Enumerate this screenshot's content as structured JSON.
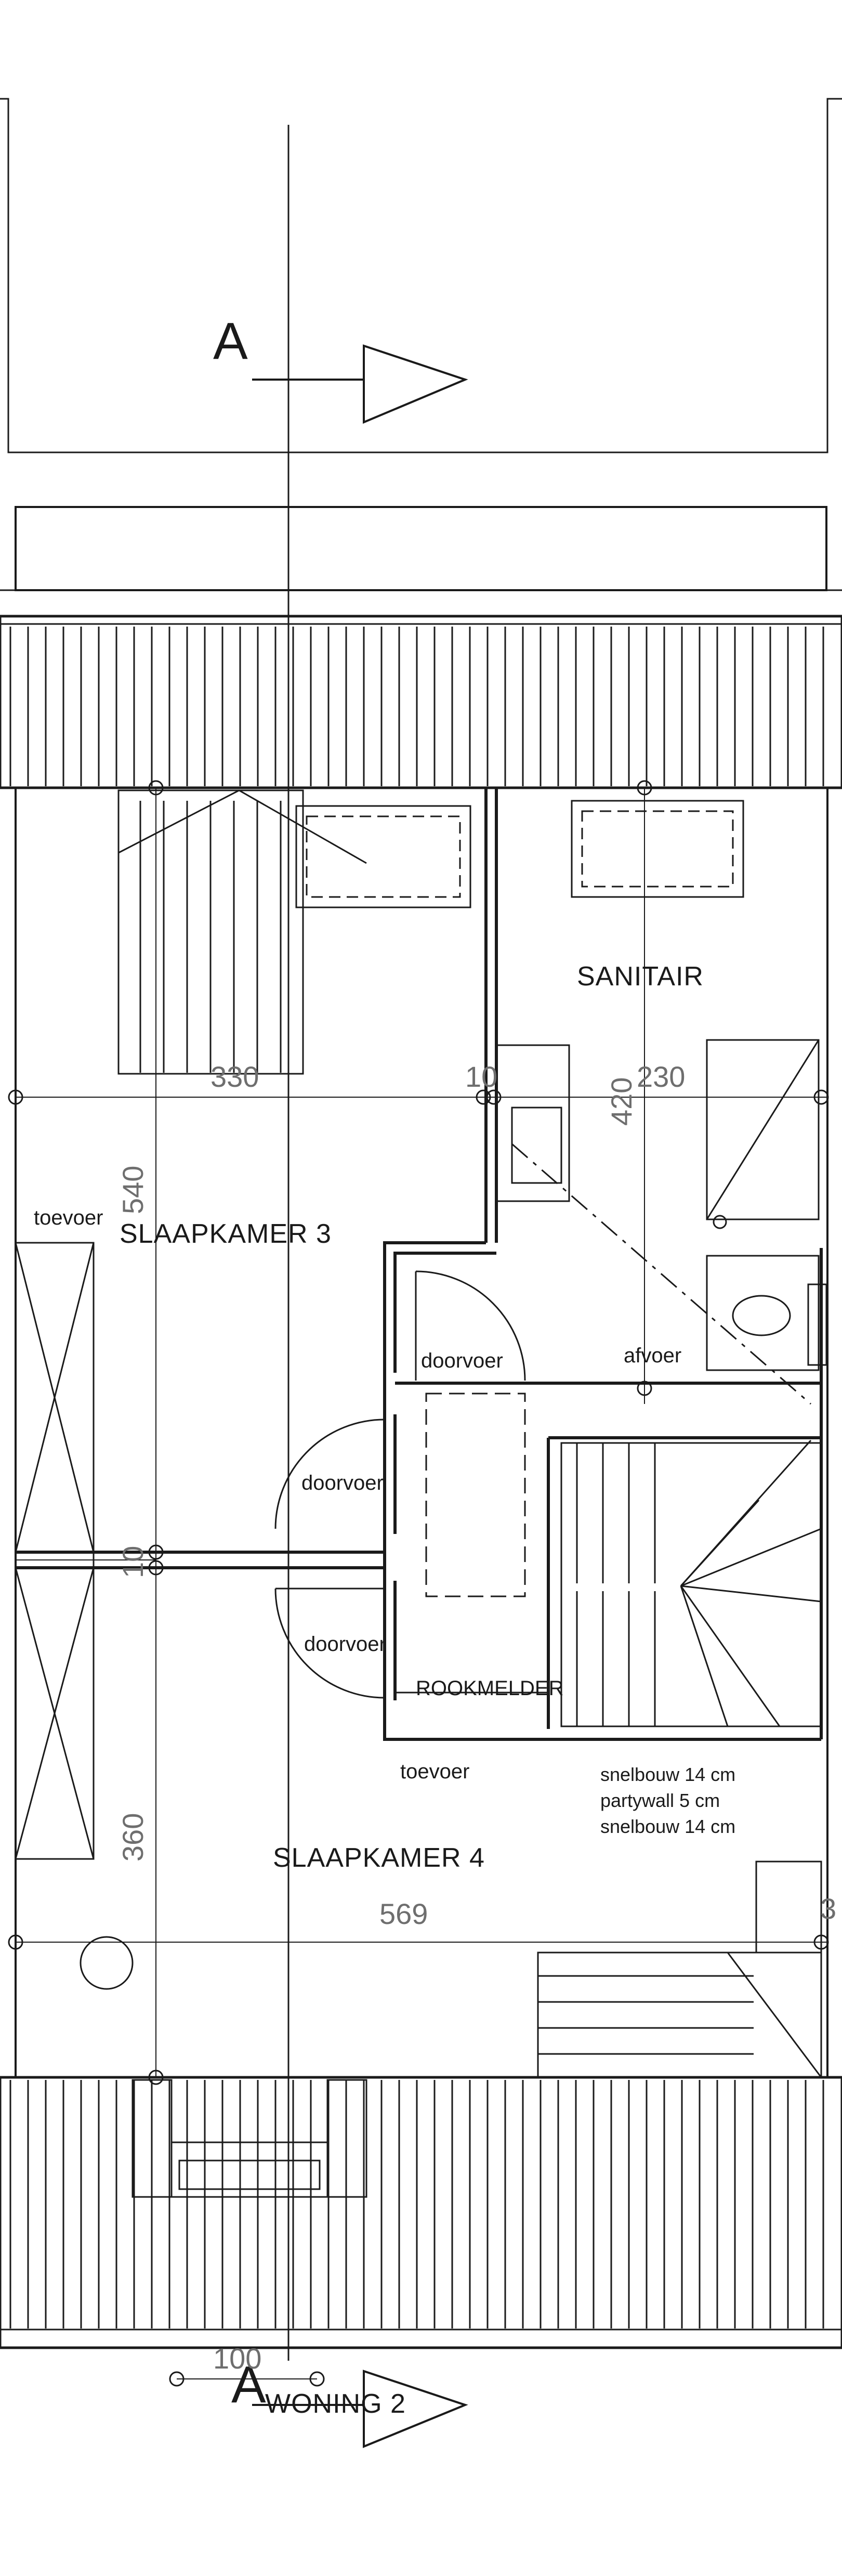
{
  "drawing": {
    "section_marker": "A",
    "section_marker_bottom": "A",
    "footer_title": "WONING 2",
    "rooms": {
      "bedroom_3": "SLAAPKAMER 3",
      "bedroom_4": "SLAAPKAMER 4",
      "bathroom": "SANITAIR"
    },
    "labels": {
      "supply_1": "toevoer",
      "supply_2": "toevoer",
      "passage_1": "doorvoer",
      "passage_2": "doorvoer",
      "passage_3": "doorvoer",
      "exhaust": "afvoer",
      "smoke_detector": "ROOKMELDER"
    },
    "notes": [
      "snelbouw 14 cm",
      "partywall 5 cm",
      "snelbouw 14 cm"
    ],
    "dimensions": {
      "d330": "330",
      "d10_top": "10",
      "d230": "230",
      "d420": "420",
      "d540": "540",
      "d10_mid": "10",
      "d360": "360",
      "d569": "569",
      "d100": "100",
      "d3": "3"
    },
    "colors": {
      "line": "#1a1a1a",
      "dim_text": "#6e6e6e",
      "background": "#ffffff"
    }
  }
}
